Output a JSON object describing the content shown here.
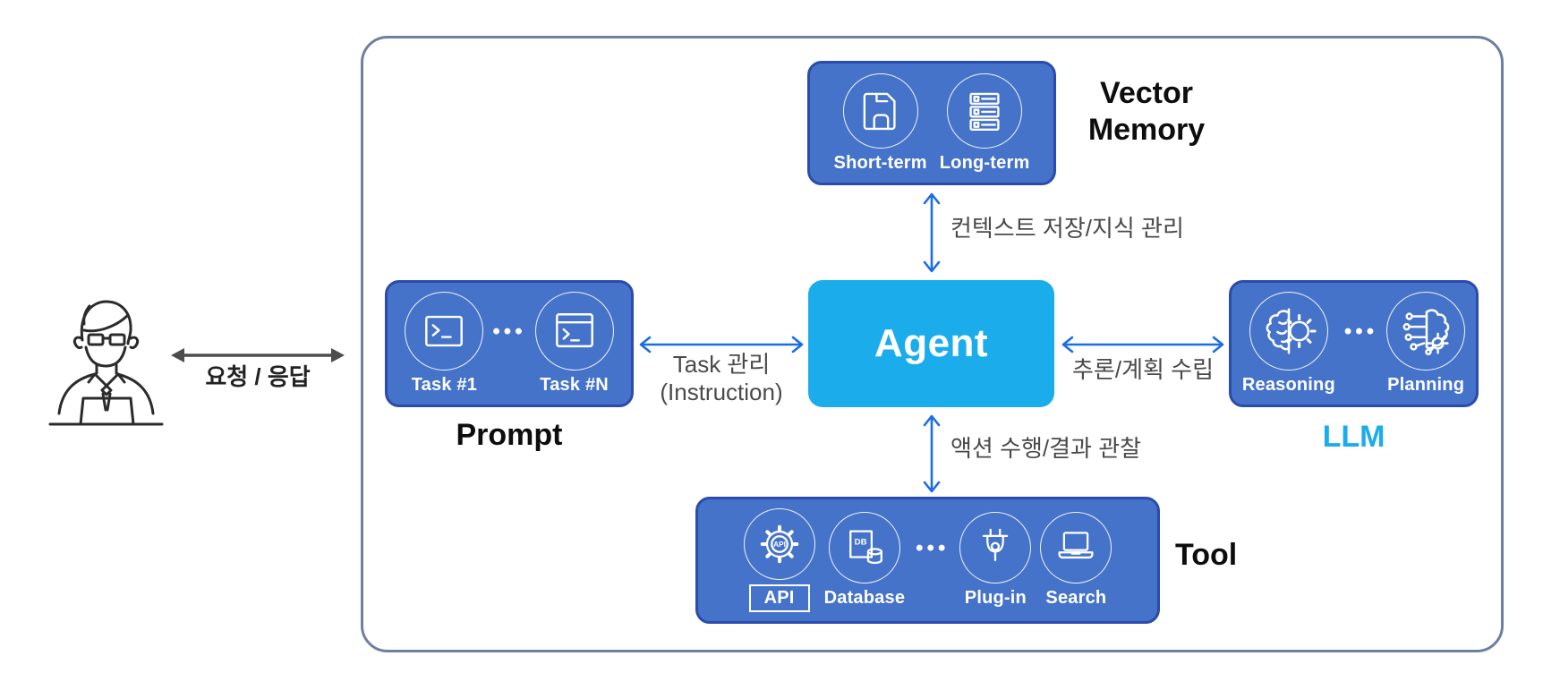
{
  "diagram_title": "AI Agent architecture diagram",
  "colors": {
    "box_blue": "#4573C9",
    "box_blue_border": "#2B4BAD",
    "agent_cyan": "#1BACEC",
    "arrow_blue": "#1A6DE5",
    "user_arrow_gray": "#4D4D4D",
    "edge_label_gray": "#4a4a4a",
    "container_border": "#6F7FA0",
    "llm_title_cyan": "#1BACEC",
    "title_black": "#0d0d0d"
  },
  "user": {
    "label": "요청 / 응답"
  },
  "groups": {
    "vector_memory": {
      "title": "Vector Memory",
      "ellipsis": "",
      "items": [
        {
          "icon": "floppy-disk-icon",
          "label": "Short-term"
        },
        {
          "icon": "server-stack-icon",
          "label": "Long-term"
        }
      ]
    },
    "prompt": {
      "title": "Prompt",
      "ellipsis": "•••",
      "items": [
        {
          "icon": "terminal-icon",
          "label": "Task #1"
        },
        {
          "icon": "terminal-window-icon",
          "label": "Task #N"
        }
      ]
    },
    "agent": {
      "title": "Agent"
    },
    "llm": {
      "title": "LLM",
      "ellipsis": "•••",
      "items": [
        {
          "icon": "brain-gear-icon",
          "label": "Reasoning"
        },
        {
          "icon": "circuit-brain-icon",
          "label": "Planning"
        }
      ]
    },
    "tool": {
      "title": "Tool",
      "ellipsis": "•••",
      "items": [
        {
          "icon": "api-gear-icon",
          "label": "API"
        },
        {
          "icon": "database-icon",
          "label": "Database"
        },
        {
          "icon": "plug-icon",
          "label": "Plug-in"
        },
        {
          "icon": "laptop-icon",
          "label": "Search"
        }
      ]
    }
  },
  "edges": {
    "user_agent": {
      "label": "요청 / 응답"
    },
    "memory_agent": {
      "label": "컨텍스트 저장/지식 관리"
    },
    "prompt_agent": {
      "label_line1": "Task 관리",
      "label_line2": "(Instruction)"
    },
    "agent_llm": {
      "label": "추론/계획 수립"
    },
    "agent_tool": {
      "label": "액션 수행/결과 관찰"
    }
  }
}
